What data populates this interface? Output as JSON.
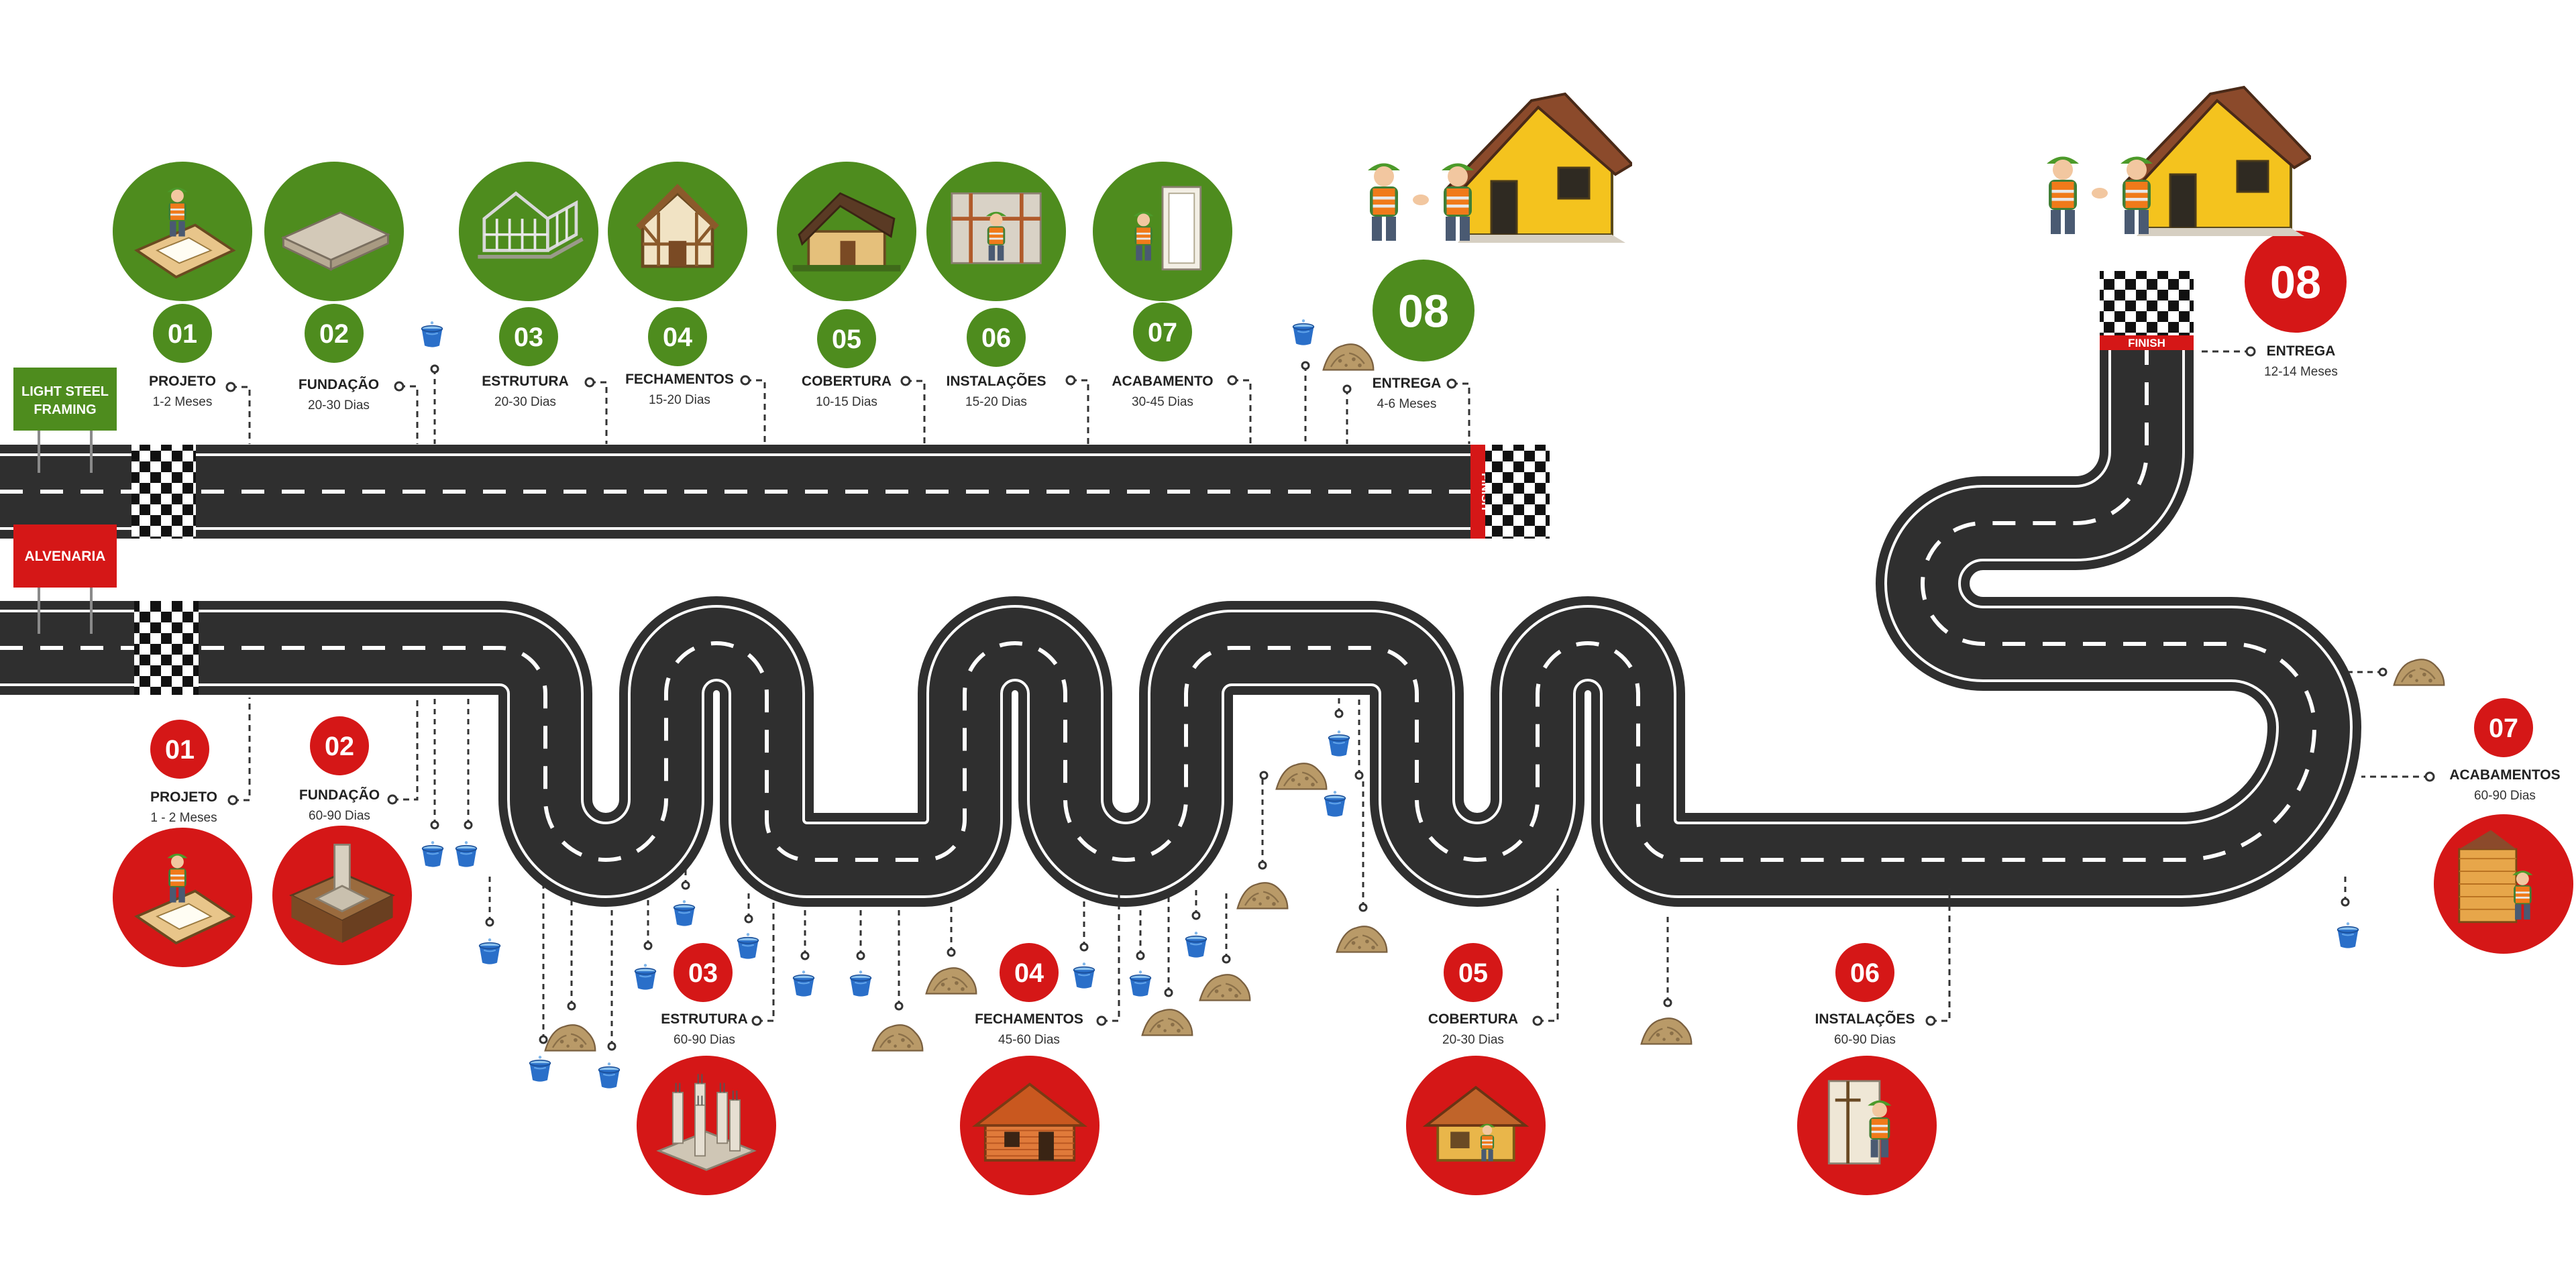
{
  "colors": {
    "lsf": "#4e8c1e",
    "alv": "#d51717",
    "road": "#2f2f2f",
    "road_edge": "#ffffff",
    "label": "#222222"
  },
  "lsf": {
    "flag_label_line1": "LIGHT STEEL",
    "flag_label_line2": "FRAMING",
    "finish_label": "FINISH",
    "stages": [
      {
        "num": "01",
        "title": "PROJETO",
        "duration": "1-2 Meses",
        "icon": "architect-drawing-icon"
      },
      {
        "num": "02",
        "title": "FUNDAÇÃO",
        "duration": "20-30 Dias",
        "icon": "concrete-slab-icon"
      },
      {
        "num": "03",
        "title": "ESTRUTURA",
        "duration": "20-30 Dias",
        "icon": "steel-frame-icon"
      },
      {
        "num": "04",
        "title": "FECHAMENTOS",
        "duration": "15-20 Dias",
        "icon": "half-timber-house-icon"
      },
      {
        "num": "05",
        "title": "COBERTURA",
        "duration": "10-15 Dias",
        "icon": "roofed-cabin-icon"
      },
      {
        "num": "06",
        "title": "INSTALAÇÕES",
        "duration": "15-20 Dias",
        "icon": "installer-worker-icon"
      },
      {
        "num": "07",
        "title": "ACABAMENTO",
        "duration": "30-45 Dias",
        "icon": "finishing-worker-icon"
      },
      {
        "num": "08",
        "title": "ENTREGA",
        "duration": "4-6 Meses",
        "icon": "handshake-house-icon"
      }
    ]
  },
  "alv": {
    "flag_label": "ALVENARIA",
    "finish_label": "FINISH",
    "stages": [
      {
        "num": "01",
        "title": "PROJETO",
        "duration": "1 - 2 Meses",
        "icon": "architect-drawing-icon"
      },
      {
        "num": "02",
        "title": "FUNDAÇÃO",
        "duration": "60-90 Dias",
        "icon": "foundation-footing-icon"
      },
      {
        "num": "03",
        "title": "ESTRUTURA",
        "duration": "60-90 Dias",
        "icon": "concrete-columns-icon"
      },
      {
        "num": "04",
        "title": "FECHAMENTOS",
        "duration": "45-60 Dias",
        "icon": "brick-house-icon"
      },
      {
        "num": "05",
        "title": "COBERTURA",
        "duration": "20-30 Dias",
        "icon": "roofing-house-icon"
      },
      {
        "num": "06",
        "title": "INSTALAÇÕES",
        "duration": "60-90 Dias",
        "icon": "electrician-worker-icon"
      },
      {
        "num": "07",
        "title": "ACABAMENTOS",
        "duration": "60-90 Dias",
        "icon": "plastering-worker-icon"
      },
      {
        "num": "08",
        "title": "ENTREGA",
        "duration": "12-14 Meses",
        "icon": "handshake-house-icon"
      }
    ]
  },
  "decor": {
    "waste_icons": [
      "water-bucket-icon",
      "sand-pile-icon"
    ]
  }
}
